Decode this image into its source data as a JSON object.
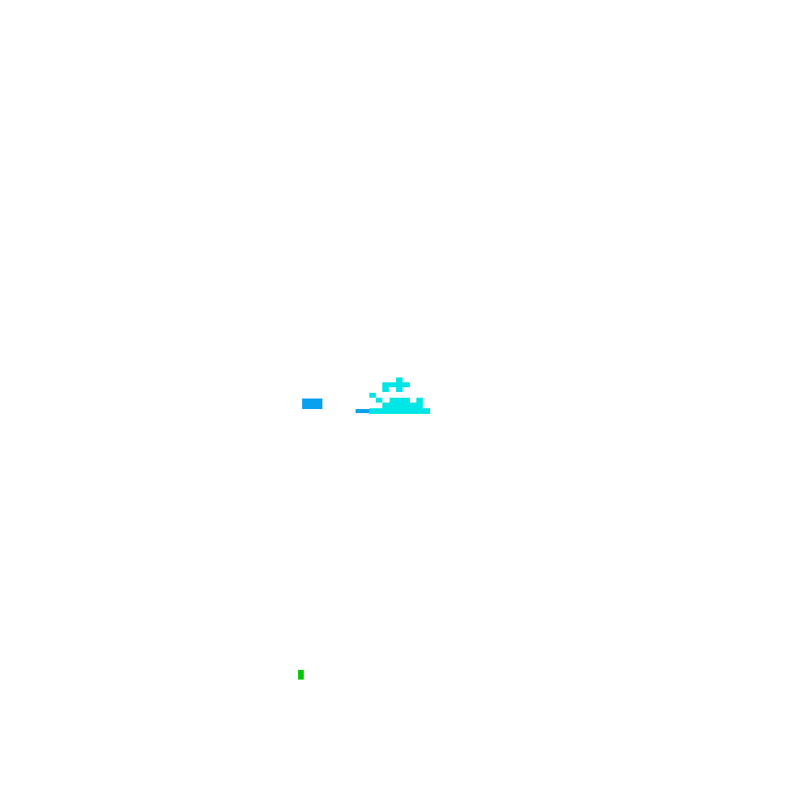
{
  "scene": {
    "background": "#ffffff",
    "colors": {
      "cyan": "#00e5e5",
      "blue": "#0aa0f0",
      "green": "#00c800"
    },
    "objects": [
      {
        "name": "blue-block",
        "color_key": "blue"
      },
      {
        "name": "blue-dash",
        "color_key": "blue"
      },
      {
        "name": "cyan-ship-sprite",
        "color_key": "cyan"
      },
      {
        "name": "green-marker",
        "color_key": "green"
      }
    ]
  }
}
